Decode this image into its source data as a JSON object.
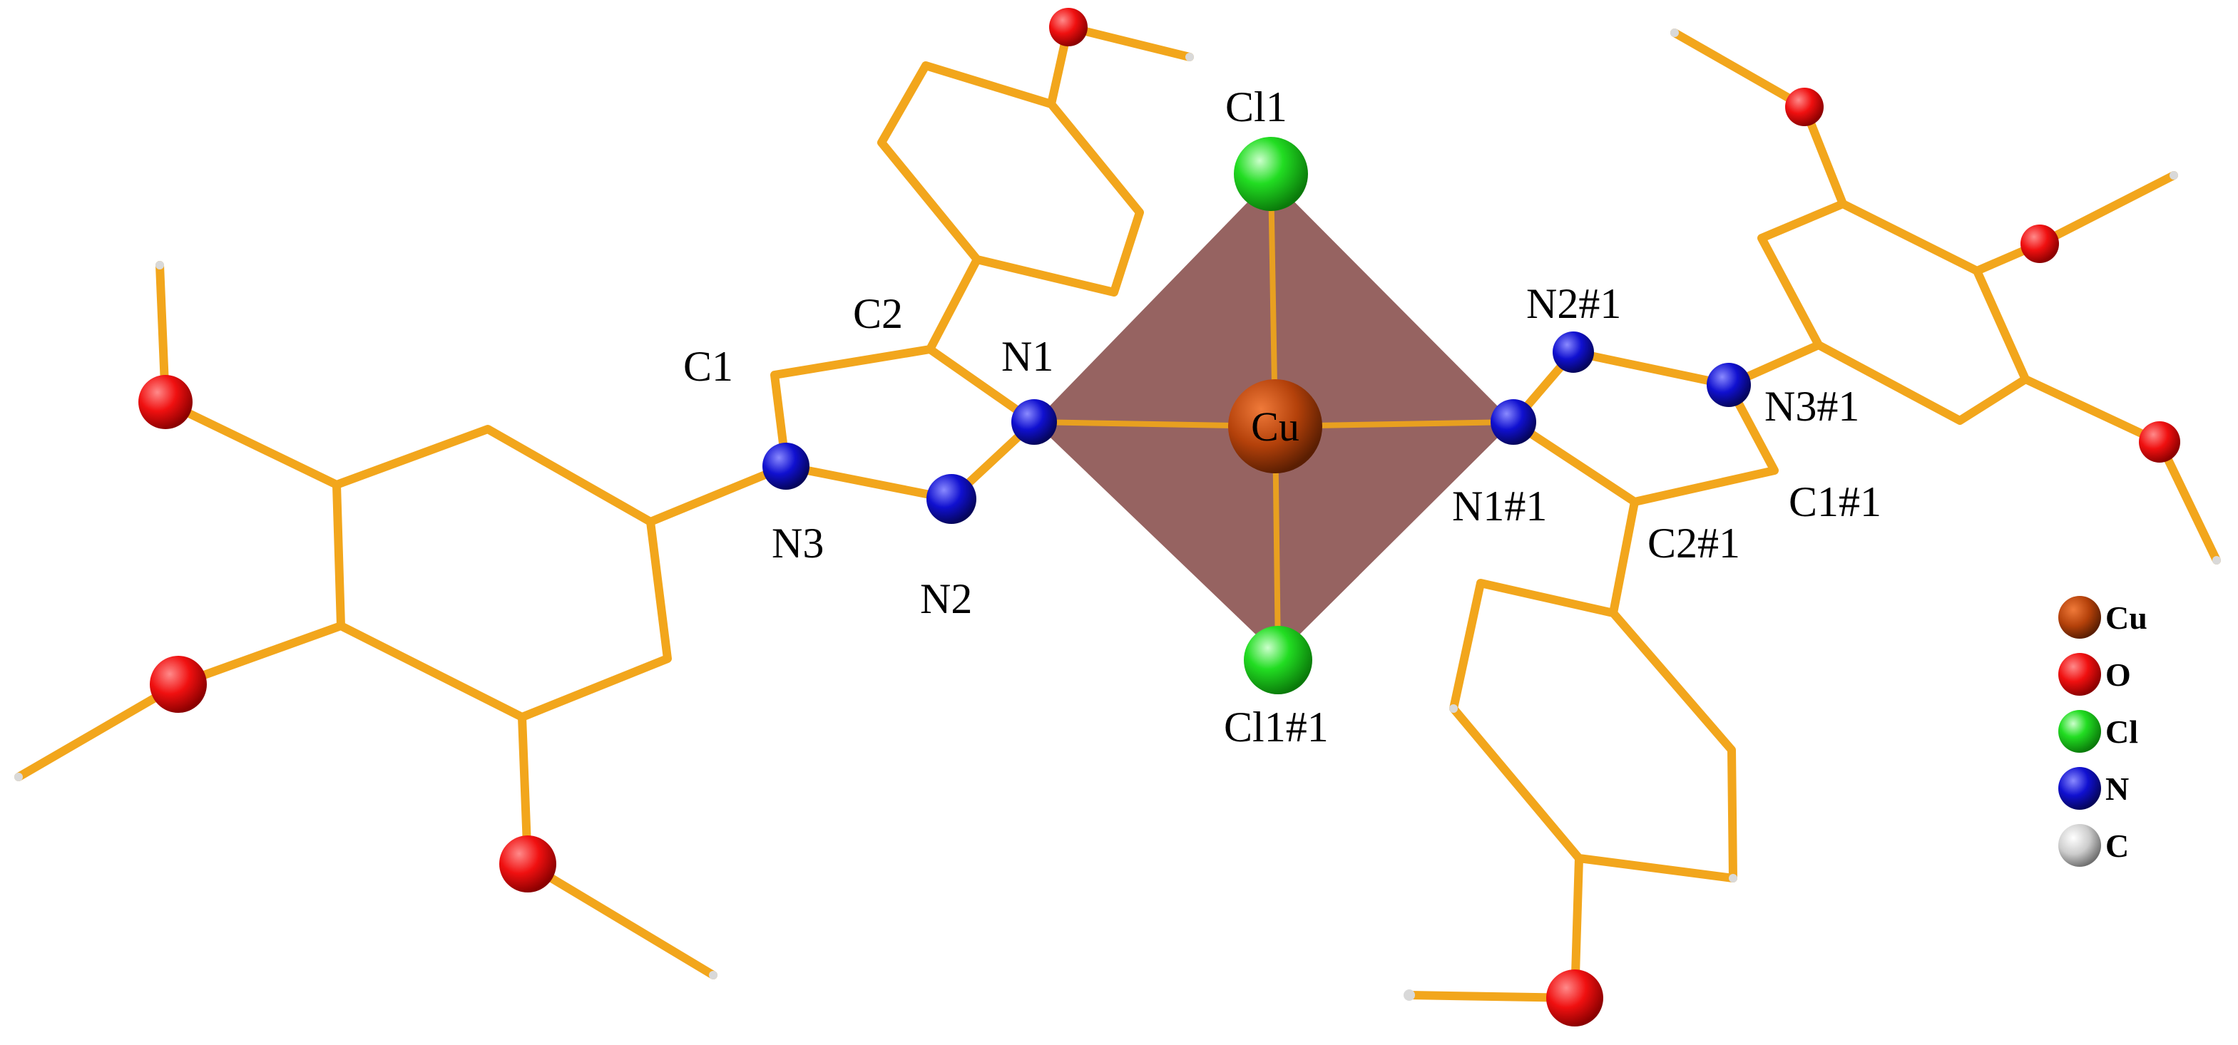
{
  "colors": {
    "bond": "#F2A61C",
    "polyhedron": "#966361",
    "Cu": "#B4410A",
    "O": "#E60000",
    "Cl": "#22DD22",
    "N": "#1010D0",
    "C": "#CCCCCC"
  },
  "center_label": "Cu",
  "atom_labels": {
    "cl1": "Cl1",
    "cl1_1": "Cl1#1",
    "n1": "N1",
    "n2": "N2",
    "n3": "N3",
    "c1": "C1",
    "c2": "C2",
    "n1_1": "N1#1",
    "n2_1": "N2#1",
    "n3_1": "N3#1",
    "c1_1": "C1#1",
    "c2_1": "C2#1"
  },
  "legend": [
    {
      "key": "cu",
      "label": "Cu",
      "color": "#B4410A"
    },
    {
      "key": "o",
      "label": "O",
      "color": "#E60000"
    },
    {
      "key": "cl",
      "label": "Cl",
      "color": "#22DD22"
    },
    {
      "key": "n",
      "label": "N",
      "color": "#1010D0"
    },
    {
      "key": "c",
      "label": "C",
      "color": "#CCCCCC"
    }
  ]
}
